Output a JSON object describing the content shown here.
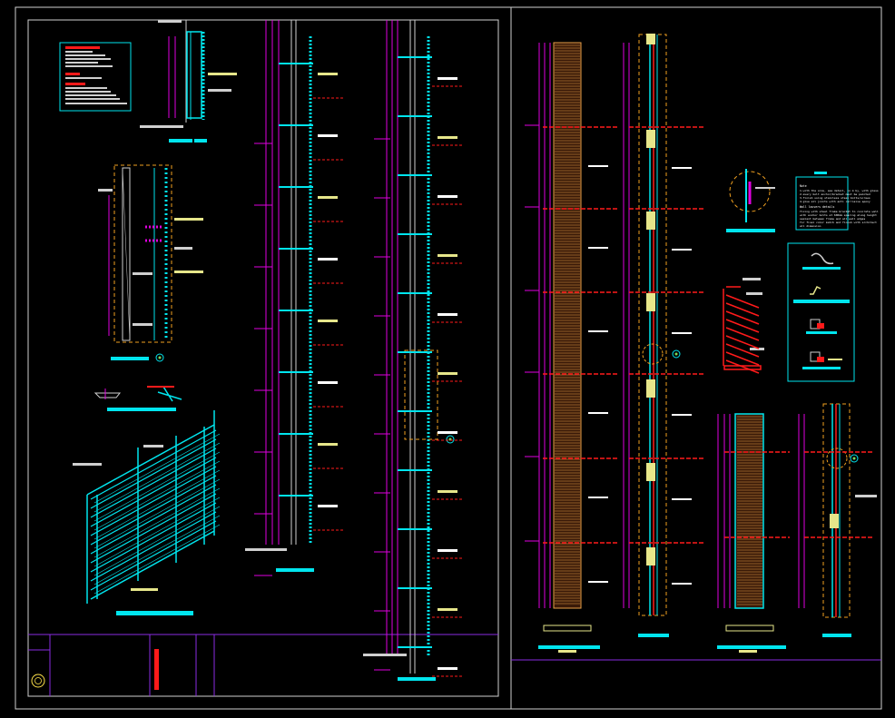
{
  "drawing": {
    "background": "#000000",
    "colors": {
      "frame": "#cfcfcf",
      "cyan": "#00e5ee",
      "magenta": "#e000e0",
      "red": "#ff1a1a",
      "yellow": "#ffe24a",
      "orange": "#f0a020",
      "white": "#ffffff",
      "green": "#7ed957",
      "purple": "#8a2be2",
      "wood": "#e8a048"
    }
  },
  "sheets": [
    {
      "name": "left-sheet"
    },
    {
      "name": "right-sheet"
    }
  ],
  "notes": {
    "heading": "Note",
    "lines": [
      "1.with the size, see detail, in m by, with glass",
      "2.every bolt anchor/bracket must be painted",
      "3.finish using stainless steel bolts/screws",
      "4.glue all joints with anti corrosive epoxy",
      "Wall louvers details",
      "fixing with steel frame bracket to concrete wall",
      "with anchor bolts at 600mm spacing along height",
      "sealant between frame and all wall edges",
      "for final color match and finish with architect",
      "all dimension"
    ]
  }
}
